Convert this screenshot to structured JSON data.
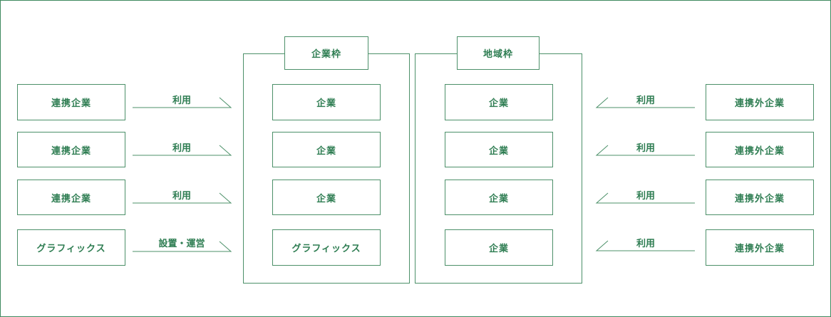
{
  "left_column": {
    "items": [
      {
        "label": "連携企業",
        "arrow_label": "利用"
      },
      {
        "label": "連携企業",
        "arrow_label": "利用"
      },
      {
        "label": "連携企業",
        "arrow_label": "利用"
      },
      {
        "label": "グラフィックス",
        "arrow_label": "設置・運営"
      }
    ]
  },
  "company_frame": {
    "title": "企業枠",
    "items": [
      "企業",
      "企業",
      "企業",
      "グラフィックス"
    ]
  },
  "region_frame": {
    "title": "地域枠",
    "items": [
      "企業",
      "企業",
      "企業",
      "企業"
    ]
  },
  "right_column": {
    "items": [
      {
        "label": "連携外企業",
        "arrow_label": "利用"
      },
      {
        "label": "連携外企業",
        "arrow_label": "利用"
      },
      {
        "label": "連携外企業",
        "arrow_label": "利用"
      },
      {
        "label": "連携外企業",
        "arrow_label": "利用"
      }
    ]
  },
  "colors": {
    "line": "#4c9069",
    "text": "#2e7d52"
  }
}
